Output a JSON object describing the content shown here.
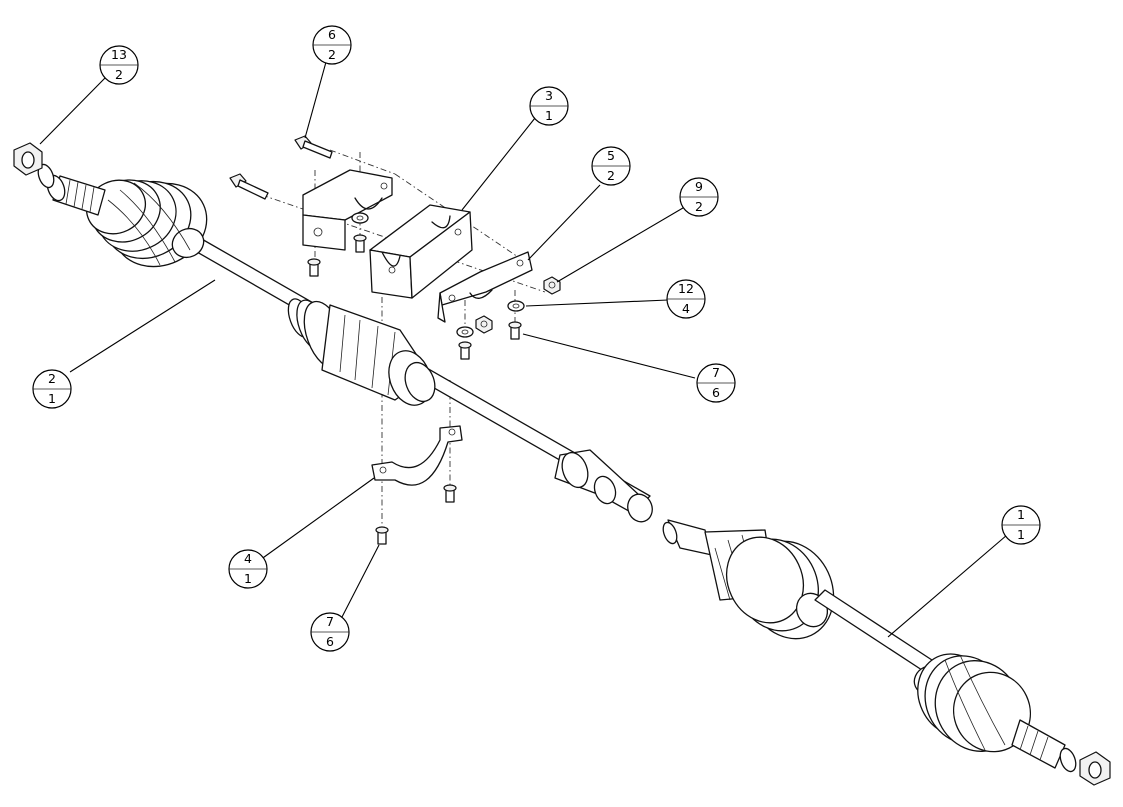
{
  "balloons": [
    {
      "id": "balloon-13",
      "item": "13",
      "qty": "2"
    },
    {
      "id": "balloon-6",
      "item": "6",
      "qty": "2"
    },
    {
      "id": "balloon-3",
      "item": "3",
      "qty": "1"
    },
    {
      "id": "balloon-5",
      "item": "5",
      "qty": "2"
    },
    {
      "id": "balloon-9",
      "item": "9",
      "qty": "2"
    },
    {
      "id": "balloon-12",
      "item": "12",
      "qty": "4"
    },
    {
      "id": "balloon-7a",
      "item": "7",
      "qty": "6"
    },
    {
      "id": "balloon-2",
      "item": "2",
      "qty": "1"
    },
    {
      "id": "balloon-4",
      "item": "4",
      "qty": "1"
    },
    {
      "id": "balloon-7b",
      "item": "7",
      "qty": "6"
    },
    {
      "id": "balloon-1",
      "item": "1",
      "qty": "1"
    }
  ],
  "colors": {
    "line": "#111111",
    "background": "#ffffff"
  }
}
